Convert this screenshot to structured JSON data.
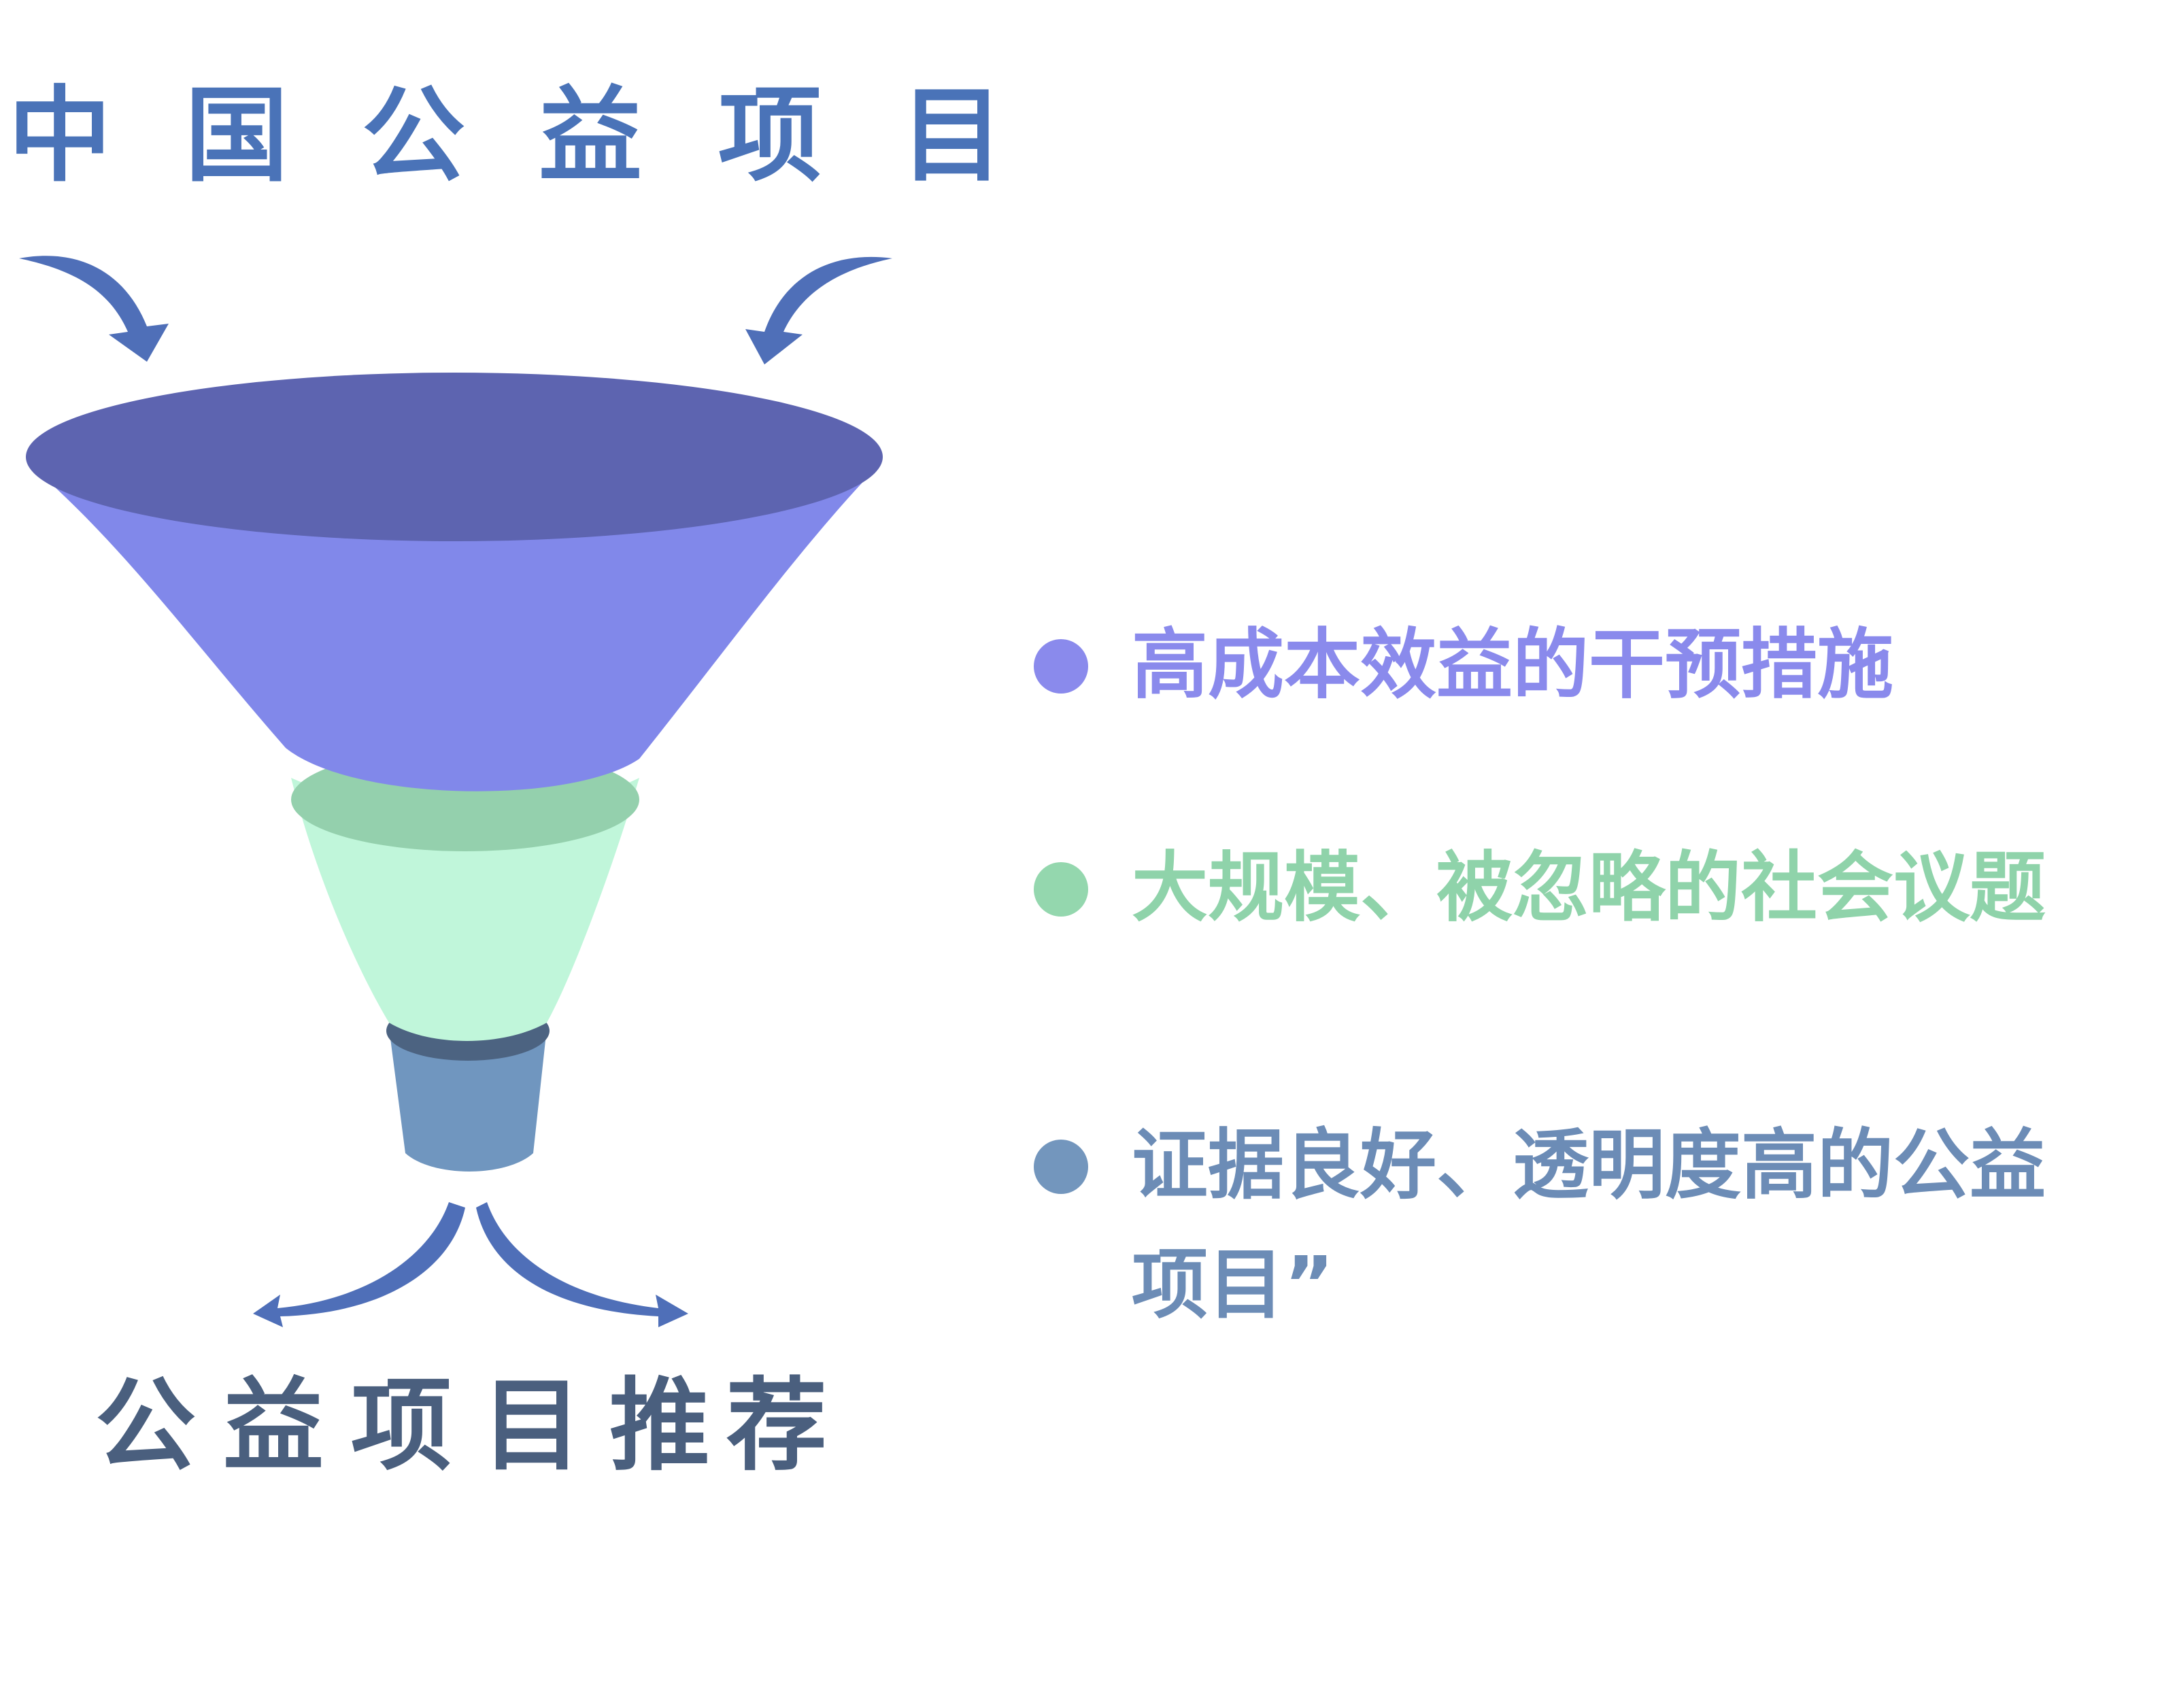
{
  "title": {
    "chars": [
      "中",
      "国",
      "公",
      "益",
      "项",
      "目"
    ]
  },
  "funnel": {
    "colors": {
      "top_ellipse": "#5d64b0",
      "top_body": "#8188ea",
      "mid_rim": "#94d0ad",
      "mid_body": "#c0f6da",
      "bottom_rim": "#4c6381",
      "bottom_body": "#7096bf",
      "arrow": "#4f6fb8"
    }
  },
  "legend": {
    "items": [
      {
        "lines": [
          "高成本效益的干预措施"
        ],
        "color": "#8a8aec",
        "text_color": "#8a8aec"
      },
      {
        "lines": [
          "大规模、被忽略的社会议题"
        ],
        "color": "#94d7ae",
        "text_color": "#8fd3aa"
      },
      {
        "lines": [
          "证据良好、透明度高的公益",
          "项目”"
        ],
        "color": "#7396bd",
        "text_color": "#6c8cb6"
      }
    ]
  },
  "bottom_title": {
    "chars": [
      "公",
      "益",
      "项",
      "目",
      "推",
      "荐"
    ]
  }
}
